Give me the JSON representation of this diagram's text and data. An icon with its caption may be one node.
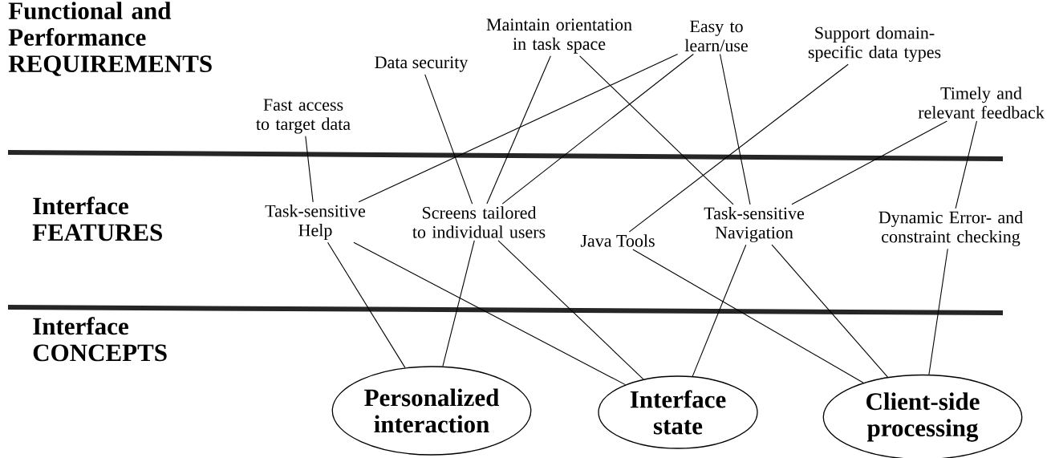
{
  "diagram": {
    "nodes": [
      {
        "text": [
          "Fast access to target data"
        ]
      },
      {
        "text": [
          "Data security"
        ]
      },
      {
        "text": [
          "Maintain orientation in task space"
        ]
      },
      {
        "text": [
          "Easy to learn/use"
        ]
      },
      {
        "text": [
          "Support domain-specific data types"
        ]
      },
      {
        "text": [
          "Timely and relevant feedback"
        ]
      },
      {
        "text": [
          "Task-sensitive Help"
        ]
      },
      {
        "text": [
          "Screens tailored to individual users"
        ]
      },
      {
        "text": [
          "Java Tools"
        ]
      },
      {
        "text": [
          "Task-sensitive Navigation"
        ]
      },
      {
        "text": [
          "Dynamic Error- and constraint checking"
        ]
      },
      {
        "text": [
          "Personalized interaction"
        ]
      },
      {
        "text": [
          "Interface state"
        ]
      },
      {
        "text": [
          "Client-side processing"
        ]
      }
    ],
    "edges": [
      {
        "from": 0,
        "to": 6,
        "arrow": "none"
      },
      {
        "from": 1,
        "to": 7,
        "arrow": "none"
      },
      {
        "from": 2,
        "to": 7,
        "arrow": "none"
      },
      {
        "from": 2,
        "to": 9,
        "arrow": "none"
      },
      {
        "from": 3,
        "to": 6,
        "arrow": "none"
      },
      {
        "from": 3,
        "to": 7,
        "arrow": "none"
      },
      {
        "from": 3,
        "to": 9,
        "arrow": "none"
      },
      {
        "from": 4,
        "to": 8,
        "arrow": "none"
      },
      {
        "from": 5,
        "to": 9,
        "arrow": "none"
      },
      {
        "from": 5,
        "to": 10,
        "arrow": "none"
      },
      {
        "from": 6,
        "to": 11,
        "arrow": "none"
      },
      {
        "from": 6,
        "to": 12,
        "arrow": "none"
      },
      {
        "from": 7,
        "to": 11,
        "arrow": "none"
      },
      {
        "from": 7,
        "to": 12,
        "arrow": "none"
      },
      {
        "from": 8,
        "to": 13,
        "arrow": "none"
      },
      {
        "from": 9,
        "to": 12,
        "arrow": "none"
      },
      {
        "from": 9,
        "to": 13,
        "arrow": "none"
      },
      {
        "from": 10,
        "to": 13,
        "arrow": "none"
      }
    ],
    "labels": [
      "Functional and Performance REQUIREMENTS",
      "Interface FEATURES",
      "Interface CONCEPTS"
    ]
  }
}
